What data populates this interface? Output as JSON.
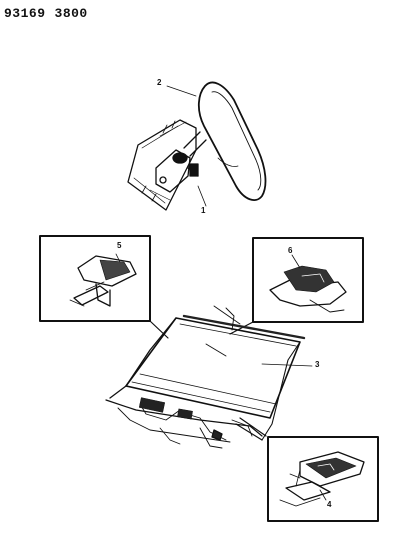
{
  "header": {
    "drawing_number": "93169",
    "sheet_number": "3800"
  },
  "callouts": {
    "mirror": "2",
    "mirror_bracket": "1",
    "detail_upper_left": "5",
    "detail_upper_right": "6",
    "windshield": "3",
    "detail_lower_right": "4"
  }
}
